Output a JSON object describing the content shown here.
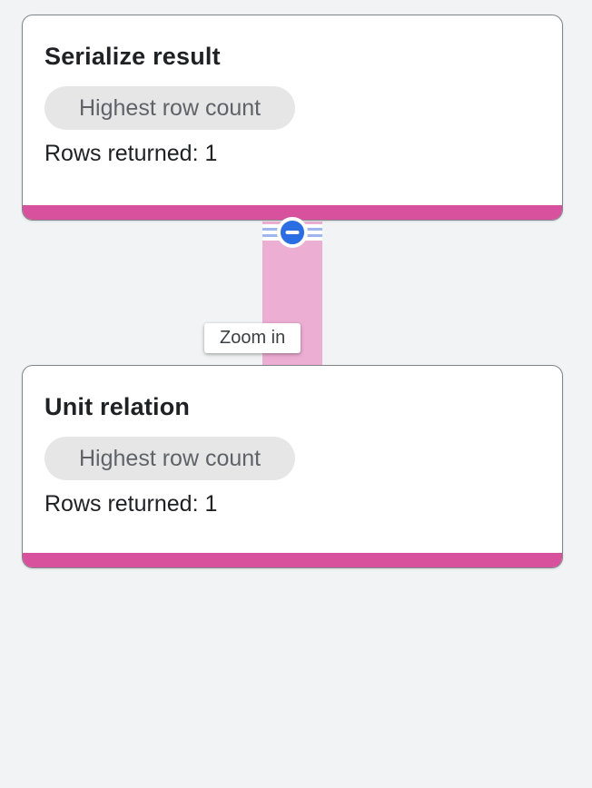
{
  "graph": {
    "nodes": [
      {
        "title": "Serialize result",
        "badge": "Highest row count",
        "rows": "Rows returned: 1"
      },
      {
        "title": "Unit relation",
        "badge": "Highest row count",
        "rows": "Rows returned: 1"
      }
    ],
    "edge": {
      "collapse_icon": "minus-icon",
      "tooltip": "Zoom in"
    }
  },
  "colors": {
    "bg": "#f1f3f4",
    "card_border": "#80868b",
    "pink": "#d8519d",
    "pink_light": "#edaed3",
    "badge_bg": "#e6e6e6",
    "badge_text": "#5f6368",
    "text": "#202124",
    "blue": "#2b6de3",
    "stripe": "#a0b6f0",
    "tooltip_bg": "#ffffff",
    "tooltip_text": "#3c4043"
  }
}
